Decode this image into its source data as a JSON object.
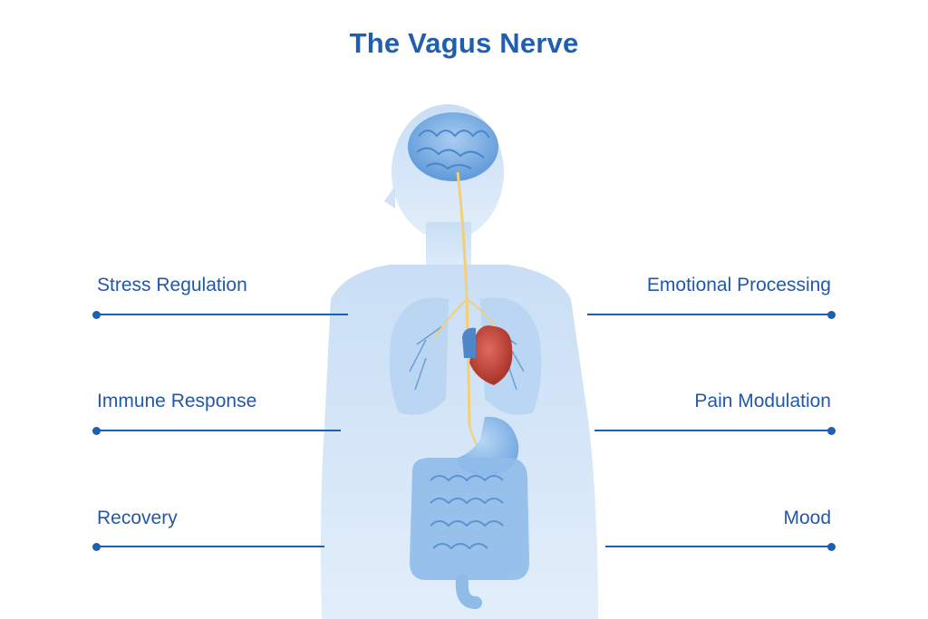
{
  "title": "The Vagus Nerve",
  "colors": {
    "accent": "#1f5fae",
    "body_fill": "#d4e6f8",
    "organ_fill": "#9cc4ec",
    "heart": "#c8463e",
    "nerve": "#f2cf78"
  },
  "left_labels": [
    {
      "text": "Stress Regulation"
    },
    {
      "text": "Immune Response"
    },
    {
      "text": "Recovery"
    }
  ],
  "right_labels": [
    {
      "text": "Emotional Processing"
    },
    {
      "text": "Pain Modulation"
    },
    {
      "text": "Mood"
    }
  ]
}
